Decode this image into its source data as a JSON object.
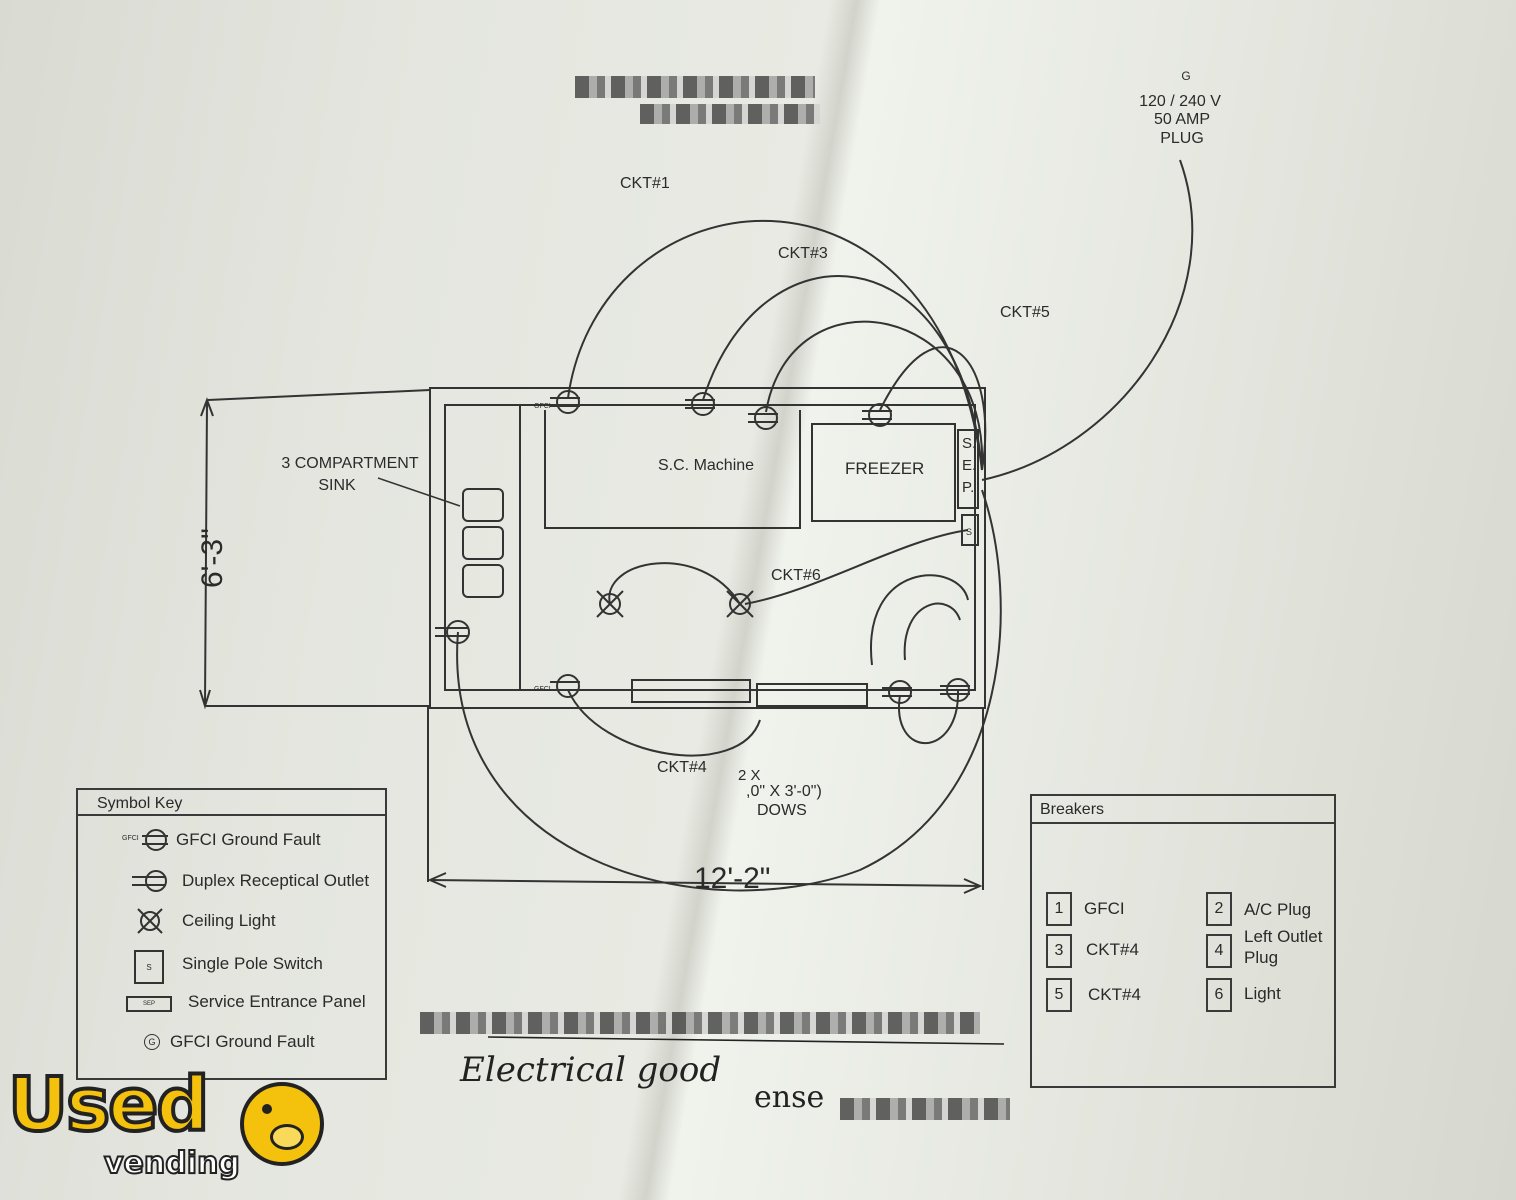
{
  "power": {
    "symbol": "G",
    "line1": "120 / 240 V",
    "line2": "50 AMP",
    "line3": "PLUG"
  },
  "circuits": {
    "ckt1": "CKT#1",
    "ckt3": "CKT#3",
    "ckt5": "CKT#5",
    "ckt6": "CKT#6",
    "ckt4": "CKT#4"
  },
  "labels": {
    "sink_line1": "3 COMPARTMENT",
    "sink_line2": "SINK",
    "sc_machine": "S.C. Machine",
    "freezer": "FREEZER",
    "sep_s": "S.",
    "sep_e": "E.",
    "sep_p": "P.",
    "switch_s": "S",
    "gfci_tag": "GFCI",
    "dim_height": "6'-3\"",
    "dim_width": "12'-2\"",
    "window_line1": "2 X",
    "window_line2": ",0\" X 3'-0\")",
    "window_line3": "DOWS"
  },
  "symbol_key": {
    "title": "Symbol Key",
    "items": [
      {
        "icon": "gfci-outlet-icon",
        "tag": "GFCI",
        "label": "GFCI Ground Fault"
      },
      {
        "icon": "duplex-outlet-icon",
        "label": "Duplex Receptical Outlet"
      },
      {
        "icon": "ceiling-light-icon",
        "label": "Ceiling Light"
      },
      {
        "icon": "switch-icon",
        "tag": "S",
        "label": "Single Pole Switch"
      },
      {
        "icon": "panel-icon",
        "tag": "SEP",
        "label": "Service Entrance Panel"
      },
      {
        "icon": "gfci-plug-icon",
        "tag": "G",
        "label": "GFCI Ground Fault"
      }
    ]
  },
  "breakers": {
    "title": "Breakers",
    "items": [
      {
        "num": "1",
        "label": "GFCI"
      },
      {
        "num": "2",
        "label": "A/C Plug"
      },
      {
        "num": "3",
        "label": "CKT#4"
      },
      {
        "num": "4",
        "label": "Left Outlet Plug"
      },
      {
        "num": "5",
        "label": "CKT#4"
      },
      {
        "num": "6",
        "label": "Light"
      }
    ]
  },
  "handwriting": {
    "note": "Electrical good",
    "license_prefix": "ense"
  },
  "logo": {
    "word1": "Used",
    "word2": "vending",
    "accent": "#f4c20d"
  }
}
